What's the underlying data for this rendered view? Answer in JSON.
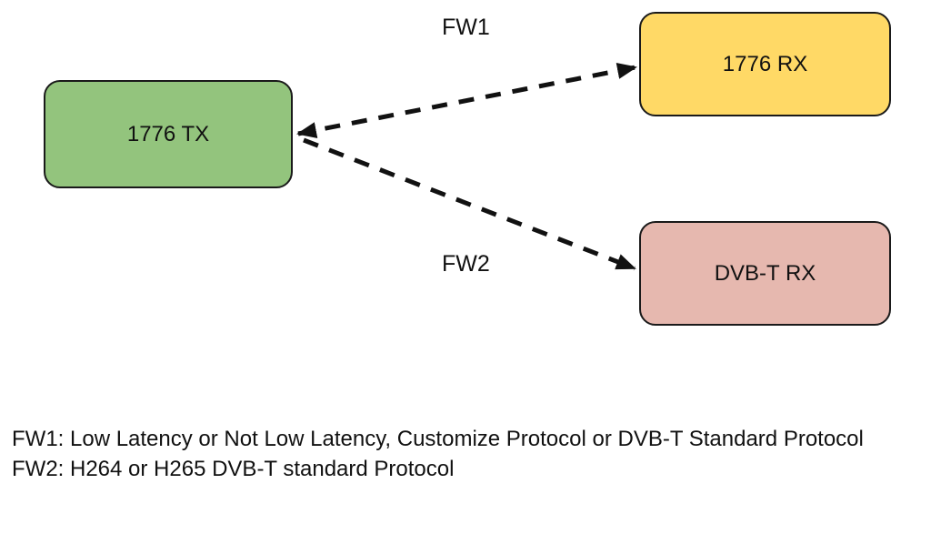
{
  "diagram": {
    "nodes": [
      {
        "id": "tx",
        "label": "1776 TX",
        "fill": "#93c47d"
      },
      {
        "id": "rx1",
        "label": "1776 RX",
        "fill": "#ffd966"
      },
      {
        "id": "rx2",
        "label": "DVB-T RX",
        "fill": "#e6b8af"
      }
    ],
    "edges": [
      {
        "label": "FW1",
        "from": "1776 TX",
        "to": "1776 RX",
        "line": "dashed",
        "arrows": "both"
      },
      {
        "label": "FW2",
        "from": "1776 TX",
        "to": "DVB-T RX",
        "line": "dashed",
        "arrows": "end"
      }
    ],
    "legend": [
      "FW1: Low Latency or Not Low Latency, Customize Protocol or DVB-T Standard Protocol",
      "FW2: H264 or H265 DVB-T standard Protocol"
    ],
    "colors": {
      "background": "#ffffff",
      "node_border": "#1a1a1a",
      "arrow": "#111111",
      "text": "#111111"
    }
  }
}
